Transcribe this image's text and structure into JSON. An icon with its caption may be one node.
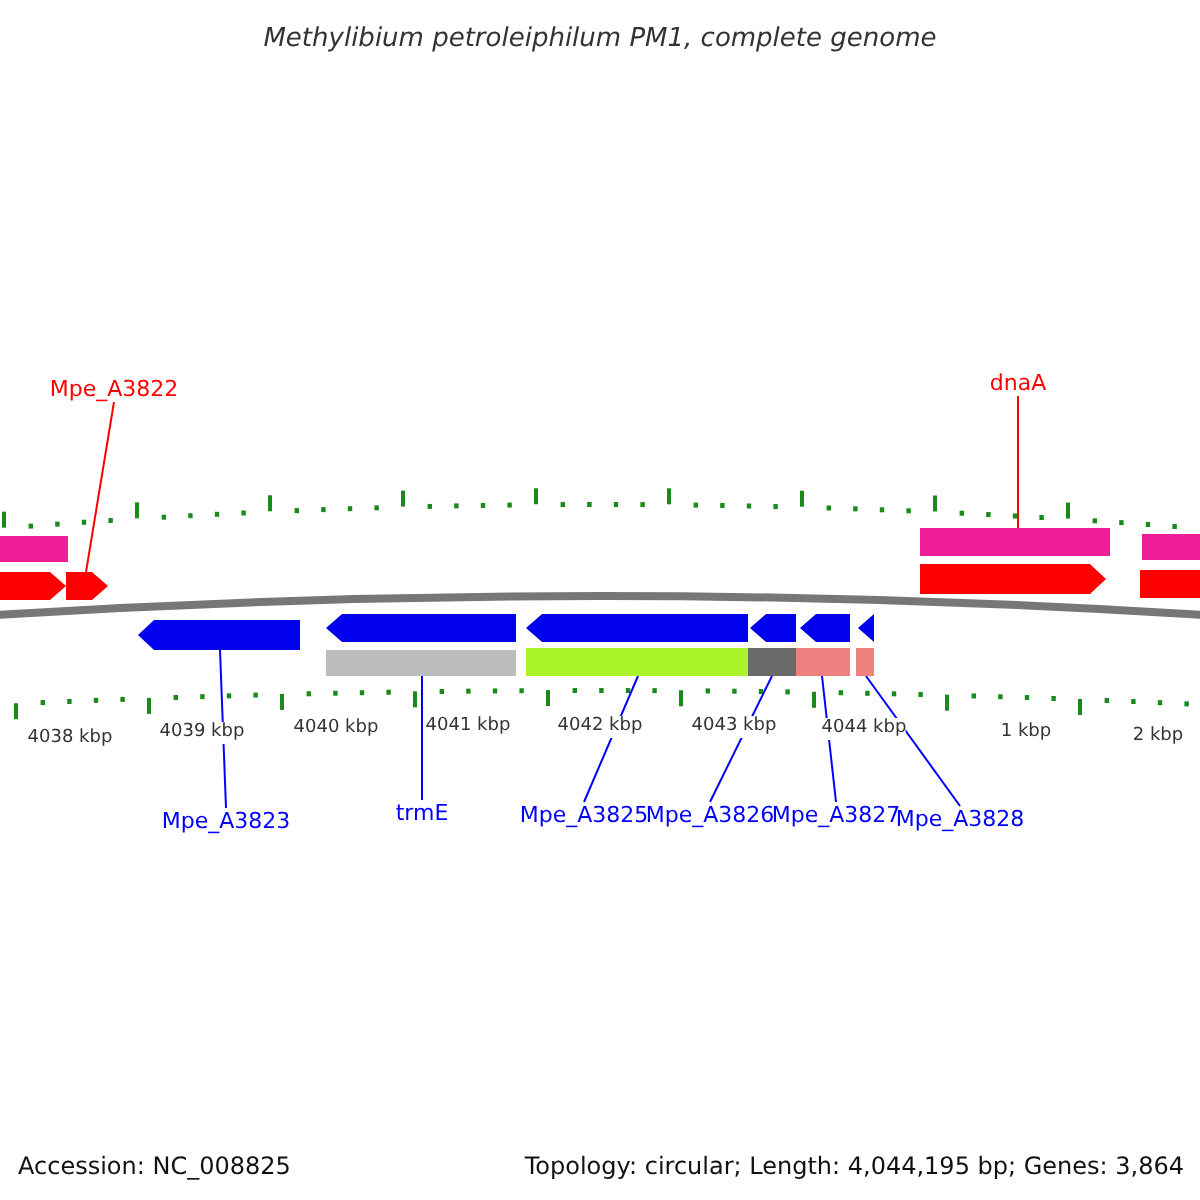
{
  "diagram": {
    "title": "Methylibium petroleiphilum PM1, complete genome",
    "nodes": [
      {
        "text": [
          "Mpe_A3822"
        ]
      },
      {
        "text": [
          "dnaA"
        ]
      },
      {
        "text": [
          "Mpe_A3823"
        ]
      },
      {
        "text": [
          "trmE"
        ]
      },
      {
        "text": [
          "Mpe_A3825"
        ]
      },
      {
        "text": [
          "Mpe_A3826"
        ]
      },
      {
        "text": [
          "Mpe_A3827"
        ]
      },
      {
        "text": [
          "Mpe_A3828"
        ]
      },
      {
        "text": [],
        "shape": "pentagon"
      },
      {
        "text": [],
        "shape": "bar"
      },
      {
        "text": [],
        "shape": "pentagon"
      },
      {
        "text": [],
        "shape": "pentagon"
      },
      {
        "text": [],
        "shape": "pentagon"
      },
      {
        "text": [],
        "shape": "pentagon"
      },
      {
        "text": [],
        "shape": "pentagon"
      },
      {
        "text": [],
        "shape": "pentagon"
      },
      {
        "text": [],
        "shape": "pentagon"
      }
    ],
    "edges": [
      {
        "from": 0,
        "to": 8,
        "arrow": "none",
        "color": "#ff0000"
      },
      {
        "from": 1,
        "to": 9,
        "arrow": "none",
        "color": "#ff0000"
      },
      {
        "from": 2,
        "to": 10,
        "arrow": "none"
      },
      {
        "from": 3,
        "to": 11,
        "arrow": "none"
      },
      {
        "from": 4,
        "to": 12,
        "arrow": "none"
      },
      {
        "from": 5,
        "to": 13,
        "arrow": "none"
      },
      {
        "from": 6,
        "to": 14,
        "arrow": "none"
      },
      {
        "from": 7,
        "to": 15,
        "arrow": "none"
      }
    ],
    "labels": [
      "4038 kbp",
      "4039 kbp",
      "4040 kbp",
      "4041 kbp",
      "4042 kbp",
      "4043 kbp",
      "4044 kbp",
      "1 kbp",
      "2 kbp",
      "Accession: NC_008825",
      "Topology: circular; Length: 4,044,195 bp; Genes: 3,864"
    ]
  }
}
